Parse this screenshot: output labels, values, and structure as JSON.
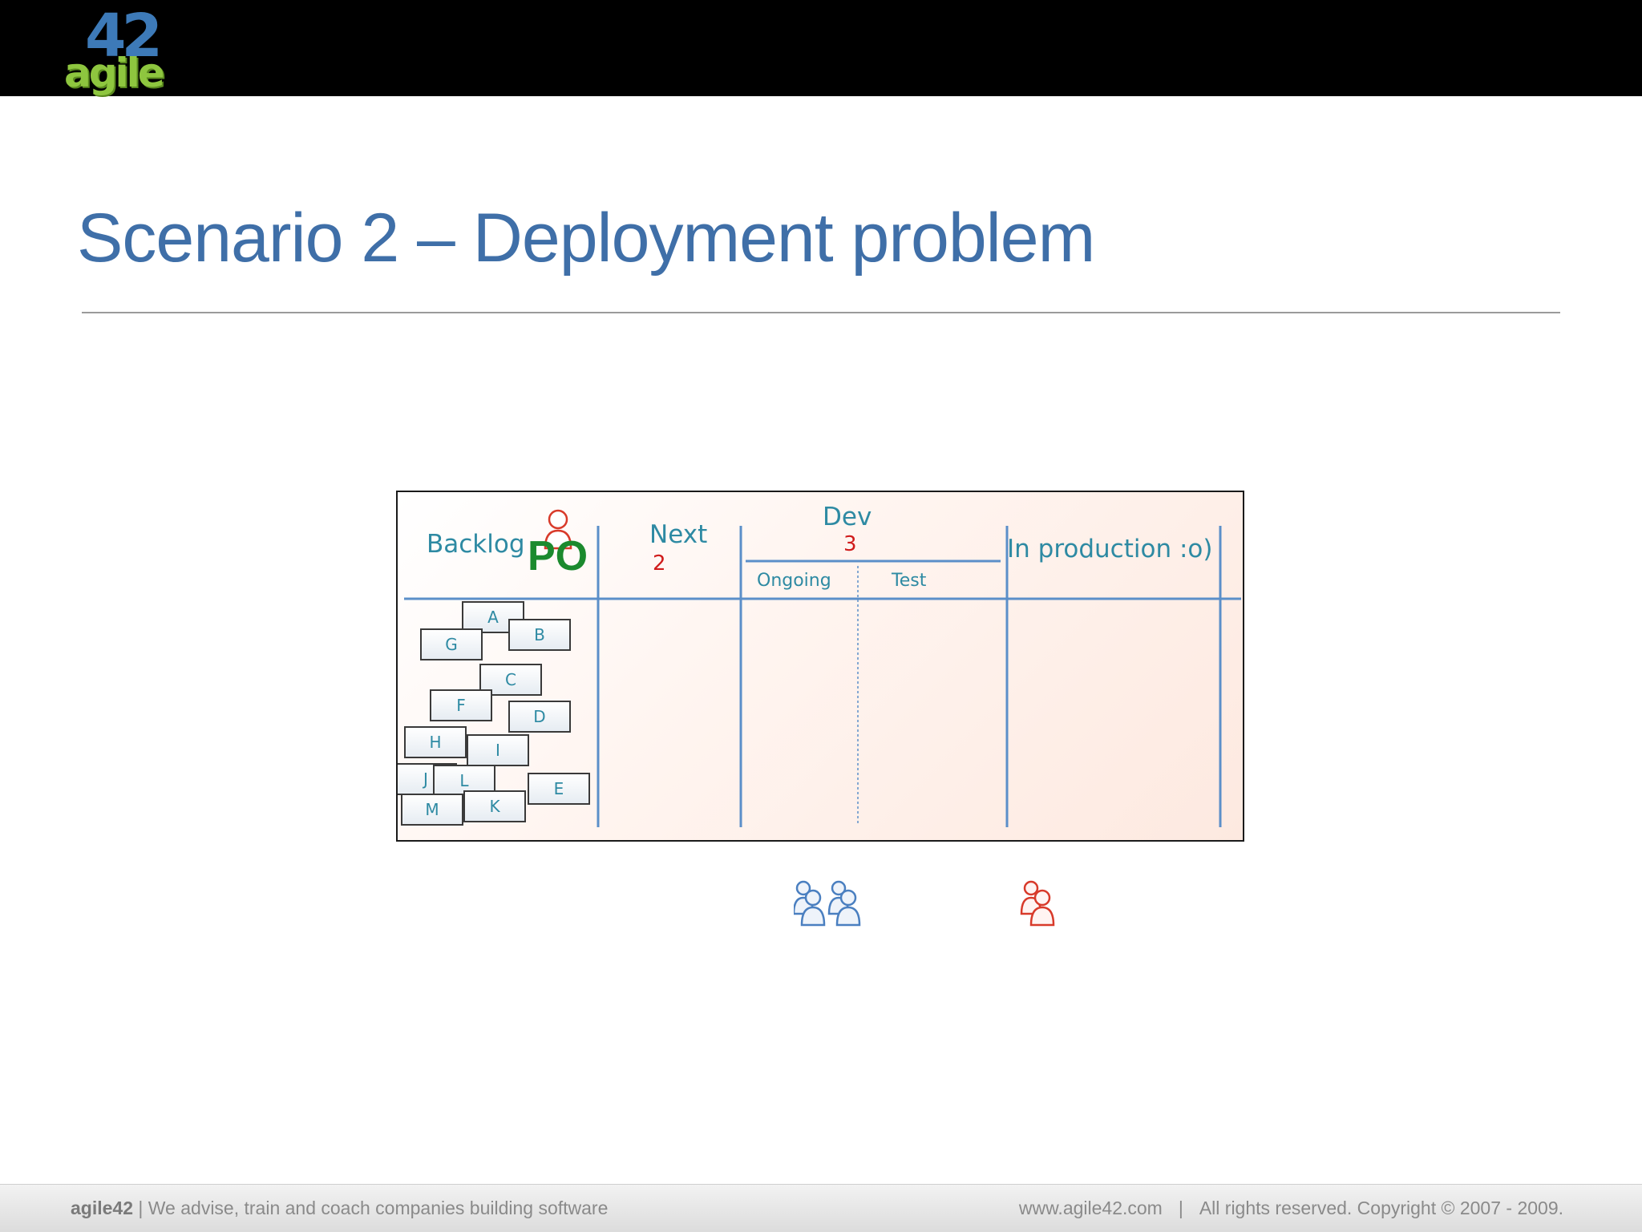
{
  "slide": {
    "title": "Scenario 2 – Deployment problem"
  },
  "board": {
    "columns": {
      "backlog": "Backlog",
      "next": "Next",
      "next_limit": "2",
      "dev": "Dev",
      "dev_limit": "3",
      "dev_sub": [
        "Ongoing",
        "Test"
      ],
      "production": "In production :o)"
    },
    "po_label": "PO",
    "backlog_cards": [
      "A",
      "B",
      "G",
      "C",
      "F",
      "D",
      "H",
      "I",
      "J",
      "L",
      "E",
      "M",
      "K"
    ]
  },
  "icons": {
    "po": "person-icon-red",
    "dev_team": "people-icon-blue",
    "ops_team": "people-icon-red"
  },
  "colors": {
    "title": "#3f6fa8",
    "board_lines": "#5b8fc9",
    "hand_text": "#2e8aa3",
    "wip_limit": "#d01c1c",
    "po": "#1b8a2e"
  },
  "footer": {
    "brand": "agile42",
    "tagline": " | We advise, train and coach companies building software",
    "website": "www.agile42.com",
    "separator": "|",
    "copyright": "All rights reserved. Copyright © 2007 - 2009."
  }
}
